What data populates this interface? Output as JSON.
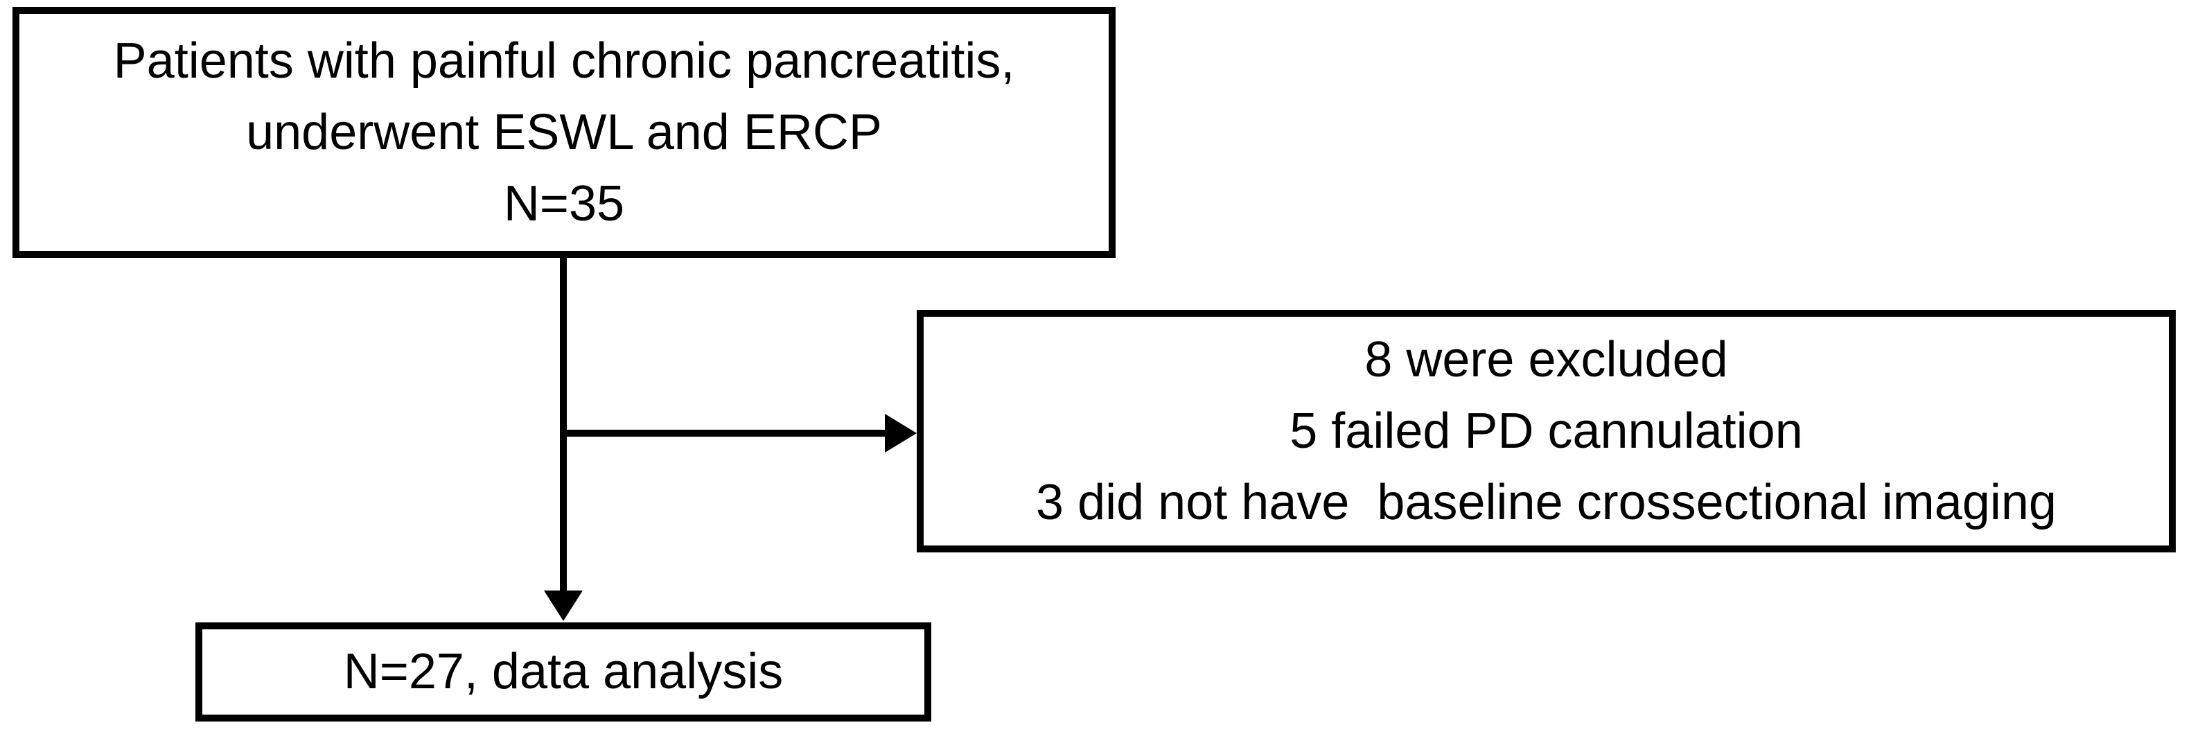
{
  "figure": {
    "type": "flowchart",
    "background_color": "#ffffff",
    "stroke_color": "#000000",
    "text_color": "#000000"
  },
  "boxes": {
    "top": {
      "lines": [
        "Patients with painful chronic pancreatitis,",
        "underwent ESWL and ERCP",
        "N=35"
      ]
    },
    "excluded": {
      "lines": [
        "8 were excluded",
        "5 failed PD cannulation",
        "3 did not have  baseline crossectional imaging"
      ]
    },
    "analysis": {
      "lines": [
        "N=27, data analysis"
      ]
    }
  },
  "edges": [
    {
      "from": "top",
      "to": "analysis",
      "style": "arrow-down"
    },
    {
      "from": "top",
      "to": "excluded",
      "style": "arrow-right"
    }
  ]
}
